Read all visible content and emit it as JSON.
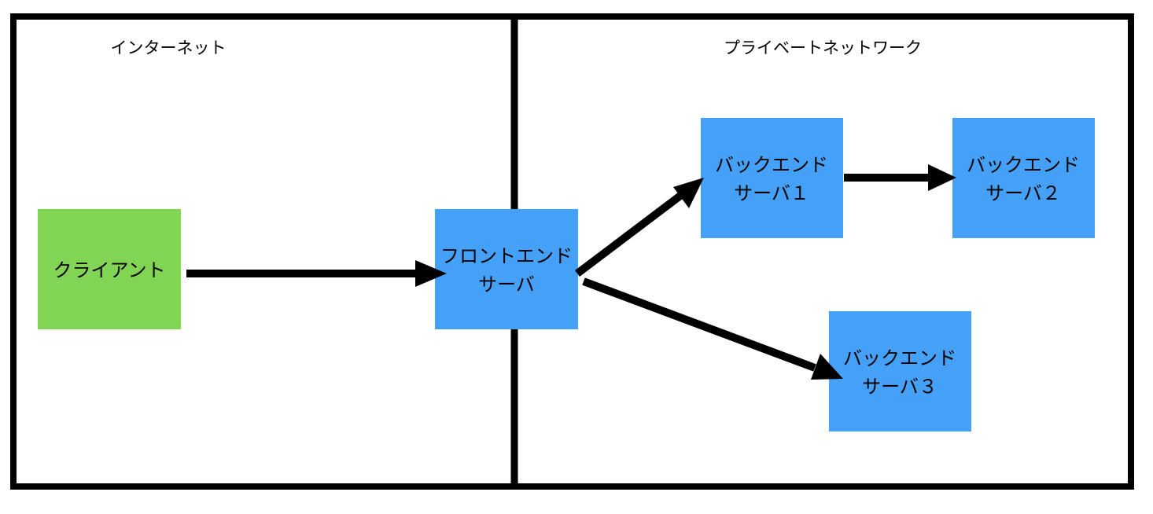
{
  "zones": {
    "internet": {
      "label": "インターネット"
    },
    "private_network": {
      "label": "プライベートネットワーク"
    }
  },
  "nodes": {
    "client": {
      "lines": [
        "クライアント"
      ],
      "color": "#82d455"
    },
    "frontend": {
      "lines": [
        "フロントエンド",
        "サーバ"
      ],
      "color": "#45a1f7"
    },
    "backend1": {
      "lines": [
        "バックエンド",
        "サーバ１"
      ],
      "color": "#45a1f7"
    },
    "backend2": {
      "lines": [
        "バックエンド",
        "サーバ２"
      ],
      "color": "#45a1f7"
    },
    "backend3": {
      "lines": [
        "バックエンド",
        "サーバ３"
      ],
      "color": "#45a1f7"
    }
  },
  "edges": [
    {
      "from": "client",
      "to": "frontend"
    },
    {
      "from": "frontend",
      "to": "backend1"
    },
    {
      "from": "backend1",
      "to": "backend2"
    },
    {
      "from": "frontend",
      "to": "backend3"
    }
  ],
  "colors": {
    "stroke": "#000000",
    "background": "#ffffff"
  }
}
